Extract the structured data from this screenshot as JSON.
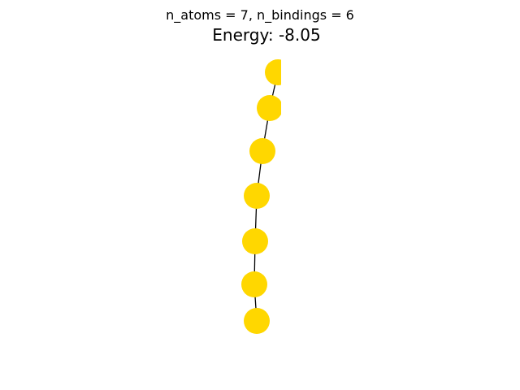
{
  "figure": {
    "subtitle": "n_atoms = 7, n_bindings = 6",
    "title": "Energy: -8.05"
  },
  "molecule": {
    "n_atoms": 7,
    "n_bindings": 6,
    "atom_color": "#ffd700",
    "bond_color": "#000000",
    "atoms": [
      {
        "id": 0
      },
      {
        "id": 1
      },
      {
        "id": 2
      },
      {
        "id": 3
      },
      {
        "id": 4
      },
      {
        "id": 5
      },
      {
        "id": 6
      }
    ],
    "bonds": [
      [
        0,
        1
      ],
      [
        1,
        2
      ],
      [
        2,
        3
      ],
      [
        3,
        4
      ],
      [
        4,
        5
      ],
      [
        5,
        6
      ]
    ]
  }
}
